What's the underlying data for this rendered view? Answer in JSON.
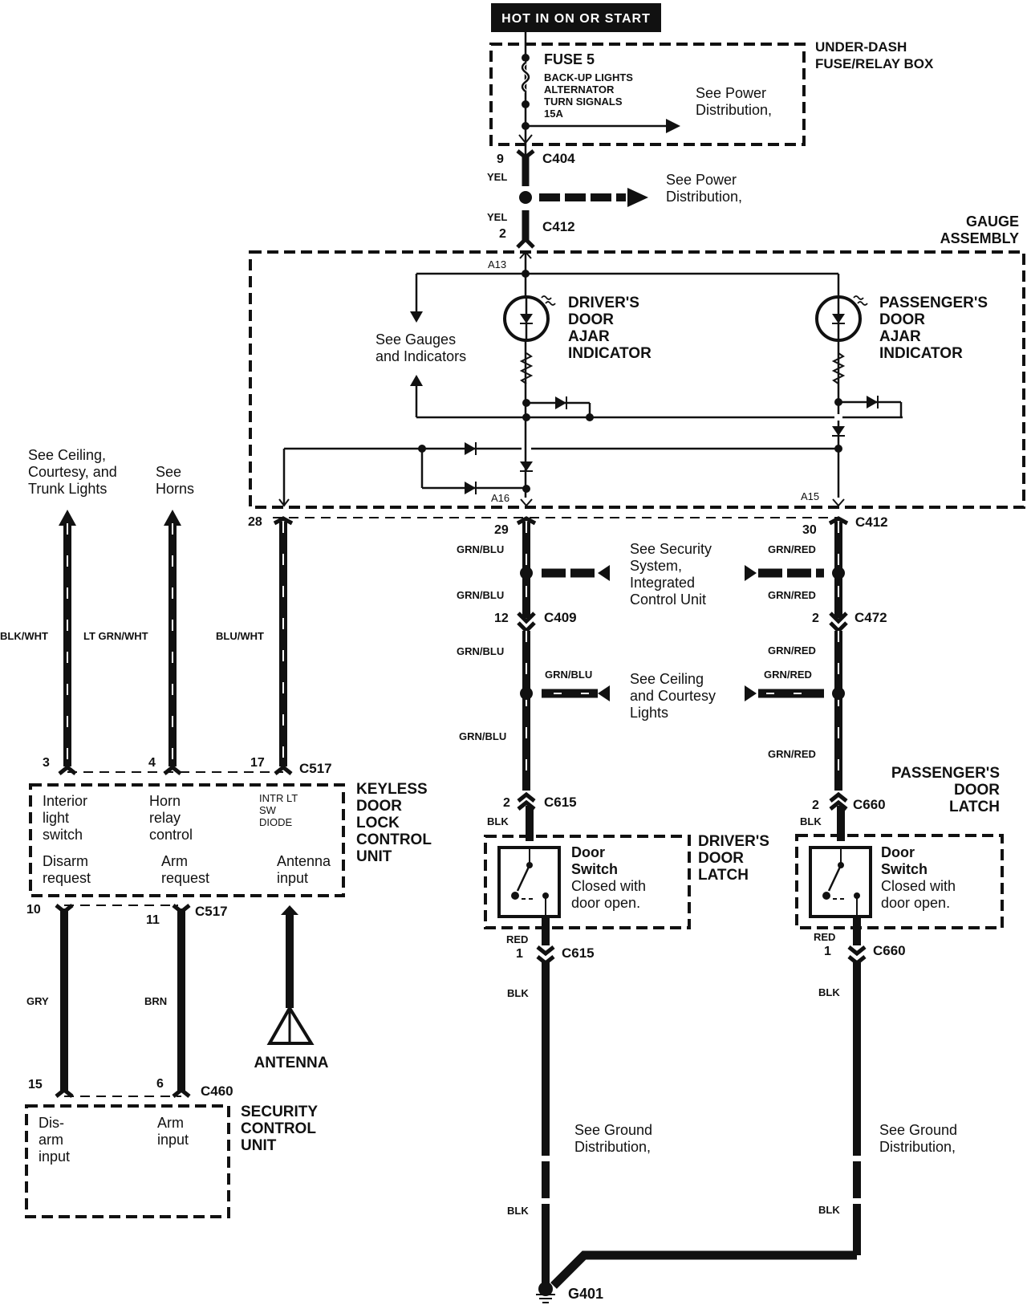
{
  "header": {
    "hot_label": "HOT IN ON OR START"
  },
  "fuse_box": {
    "name_line1": "UNDER-DASH",
    "name_line2": "FUSE/RELAY BOX",
    "fuse_title": "FUSE 5",
    "fuse_circuits": [
      "BACK-UP LIGHTS",
      "ALTERNATOR",
      "TURN SIGNALS",
      "15A"
    ],
    "see_line1": "See Power",
    "see_line2": "Distribution,"
  },
  "c404": {
    "pin": "9",
    "name": "C404",
    "wire": "YEL"
  },
  "power_dist": {
    "line1": "See Power",
    "line2": "Distribution,"
  },
  "c412_top": {
    "pin": "2",
    "name": "C412",
    "wire": "YEL"
  },
  "gauge_assembly": {
    "name_line1": "GAUGE",
    "name_line2": "ASSEMBLY",
    "pin_a13": "A13",
    "pin_a16": "A16",
    "pin_a15": "A15",
    "see_gauges_line1": "See Gauges",
    "see_gauges_line2": "and Indicators",
    "driver_indicator": [
      "DRIVER'S",
      "DOOR",
      "AJAR",
      "INDICATOR"
    ],
    "passenger_indicator": [
      "PASSENGER'S",
      "DOOR",
      "AJAR",
      "INDICATOR"
    ]
  },
  "left_refs": {
    "ceiling_line1": "See Ceiling,",
    "ceiling_line2": "Courtesy, and",
    "ceiling_line3": "Trunk Lights",
    "horns_line1": "See",
    "horns_line2": "Horns"
  },
  "wires": {
    "blk_wht": "BLK/WHT",
    "lt_grn_wht": "LT GRN/WHT",
    "blu_wht": "BLU/WHT",
    "grn_blu": "GRN/BLU",
    "grn_red": "GRN/RED",
    "blk": "BLK",
    "red": "RED",
    "gry": "GRY",
    "brn": "BRN"
  },
  "c412_bottom": {
    "pin_28": "28",
    "pin_29": "29",
    "pin_30": "30",
    "name": "C412"
  },
  "security_ref": {
    "line1": "See Security",
    "line2": "System,",
    "line3": "Integrated",
    "line4": "Control Unit"
  },
  "c409": {
    "pin": "12",
    "name": "C409"
  },
  "c472": {
    "pin": "2",
    "name": "C472"
  },
  "ceiling_ref": {
    "line1": "See Ceiling",
    "line2": "and Courtesy",
    "line3": "Lights"
  },
  "c517_top": {
    "pin_3": "3",
    "pin_4": "4",
    "pin_17": "17",
    "name": "C517"
  },
  "keyless_unit": {
    "name": [
      "KEYLESS",
      "DOOR",
      "LOCK",
      "CONTROL",
      "UNIT"
    ],
    "interior": [
      "Interior",
      "light",
      "switch"
    ],
    "horn": [
      "Horn",
      "relay",
      "control"
    ],
    "intr": [
      "INTR LT",
      "SW",
      "DIODE"
    ],
    "disarm": [
      "Disarm",
      "request"
    ],
    "arm": [
      "Arm",
      "request"
    ],
    "antenna": [
      "Antenna",
      "input"
    ]
  },
  "c517_bottom": {
    "pin_10": "10",
    "pin_11": "11",
    "name": "C517"
  },
  "antenna": {
    "label": "ANTENNA"
  },
  "c460": {
    "pin_15": "15",
    "pin_6": "6",
    "name": "C460"
  },
  "security_unit": {
    "name": [
      "SECURITY",
      "CONTROL",
      "UNIT"
    ],
    "disarm": [
      "Dis-",
      "arm",
      "input"
    ],
    "arm": [
      "Arm",
      "input"
    ]
  },
  "c615": {
    "pin_top": "2",
    "pin_bottom": "1",
    "name": "C615"
  },
  "c660": {
    "pin_top": "2",
    "pin_bottom": "1",
    "name": "C660"
  },
  "driver_latch": {
    "name": [
      "DRIVER'S",
      "DOOR",
      "LATCH"
    ],
    "switch_title": [
      "Door",
      "Switch"
    ],
    "switch_desc": [
      "Closed with",
      "door open."
    ]
  },
  "passenger_latch": {
    "name": [
      "PASSENGER'S",
      "DOOR",
      "LATCH"
    ],
    "switch_title": [
      "Door",
      "Switch"
    ],
    "switch_desc": [
      "Closed with",
      "door open."
    ]
  },
  "ground_ref": {
    "line1": "See Ground",
    "line2": "Distribution,"
  },
  "ground": {
    "name": "G401"
  }
}
